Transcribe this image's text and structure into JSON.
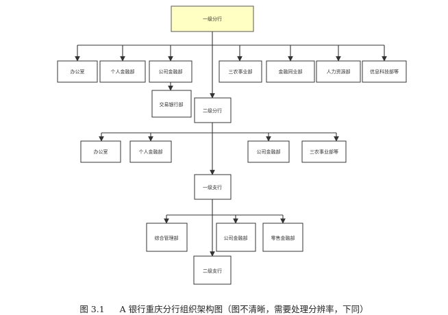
{
  "diagram": {
    "nodes": {
      "root": "一级分行",
      "l1_office": "办公室",
      "l1_personal_finance": "个人金融部",
      "l1_corporate_finance": "公司金融部",
      "l1_agri_business": "三农事业部",
      "l1_fin_interbank": "金融同业部",
      "l1_hr": "人力资源部",
      "l1_it": "信息科技部等",
      "l1_trading_bank": "交易银行部",
      "branch2": "二级分行",
      "b2_office": "办公室",
      "b2_personal_finance": "个人金融部",
      "b2_corporate_finance": "公司金融部",
      "b2_agri_business": "三农事业部等",
      "sub1": "一级支行",
      "s1_general_mgmt": "综合管理部",
      "s1_corporate_finance": "公司金融部",
      "s1_retail_finance": "零售金融部",
      "sub2": "二级支行"
    }
  },
  "caption": {
    "label": "图 3.1",
    "title": "A 银行重庆分行组织架构图（图不清晰，需要处理分辨率，下同）"
  },
  "colors": {
    "root_fill": "#ffffc4",
    "stroke": "#333333"
  }
}
